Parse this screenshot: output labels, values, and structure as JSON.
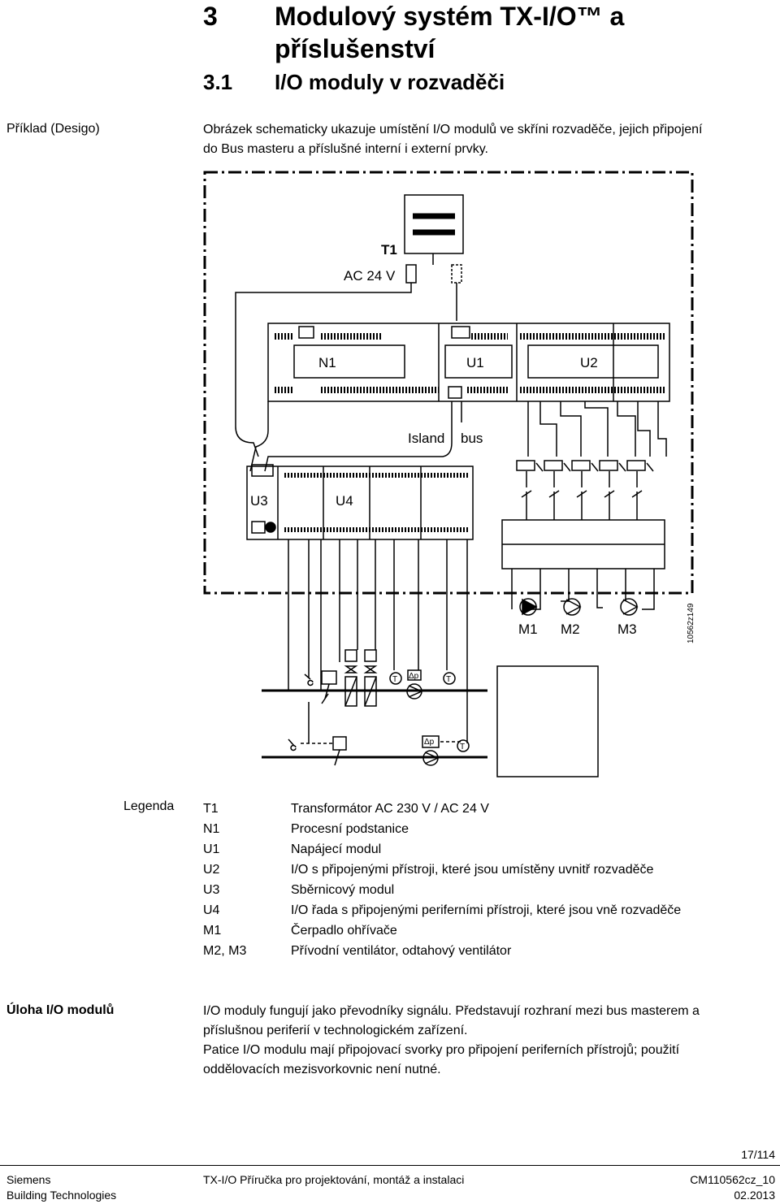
{
  "heading": {
    "chapter_num": "3",
    "chapter_title_1": "Modulový systém TX-I/O™ a",
    "chapter_title_2": "příslušenství",
    "section_num": "3.1",
    "section_title": "I/O moduly v rozvaděči"
  },
  "example": {
    "side_label": "Příklad (Desigo)",
    "text_1": "Obrázek schematicky ukazuje umístění I/O modulů  ve skříni rozvaděče, jejich připojení",
    "text_2": "do Bus masteru a příslušné interní i externí prvky."
  },
  "diagram": {
    "t1": "T1",
    "ac": "AC 24 V",
    "n1": "N1",
    "u1": "U1",
    "u2": "U2",
    "island": "Island",
    "bus": "bus",
    "u3": "U3",
    "u4": "U4",
    "m1": "M1",
    "m2": "M2",
    "m3": "M3",
    "code": "10562z149",
    "t_sym": "T",
    "dp_sym": "Δp"
  },
  "legend": {
    "label": "Legenda",
    "items": [
      {
        "key": "T1",
        "value": "Transformátor AC 230 V / AC 24 V"
      },
      {
        "key": "N1",
        "value": "Procesní podstanice"
      },
      {
        "key": "U1",
        "value": "Napájecí modul"
      },
      {
        "key": "U2",
        "value": "I/O s připojenými přístroji, které jsou umístěny uvnitř rozvaděče"
      },
      {
        "key": "U3",
        "value": "Sběrnicový modul"
      },
      {
        "key": "U4",
        "value": "I/O řada s připojenými periferními přístroji, které jsou vně rozvaděče"
      },
      {
        "key": "M1",
        "value": "Čerpadlo ohřívače"
      },
      {
        "key": "M2, M3",
        "value": "Přívodní ventilátor, odtahový ventilátor"
      }
    ]
  },
  "role": {
    "side_label": "Úloha I/O modulů",
    "p1_1": "I/O moduly fungují jako převodníky signálu. Představují rozhraní mezi bus masterem a",
    "p1_2": "příslušnou periferií v technologickém zařízení.",
    "p2_1": "Patice I/O modulu mají připojovací svorky pro připojení periferních přístrojů; použití",
    "p2_2": "oddělovacích mezisvorkovnic není nutné."
  },
  "footer": {
    "page": "17/114",
    "company": "Siemens",
    "division": "Building Technologies",
    "doc_title": "TX-I/O Příručka pro projektování, montáž a instalaci",
    "doc_code": "CM110562cz_10",
    "date": "02.2013"
  }
}
